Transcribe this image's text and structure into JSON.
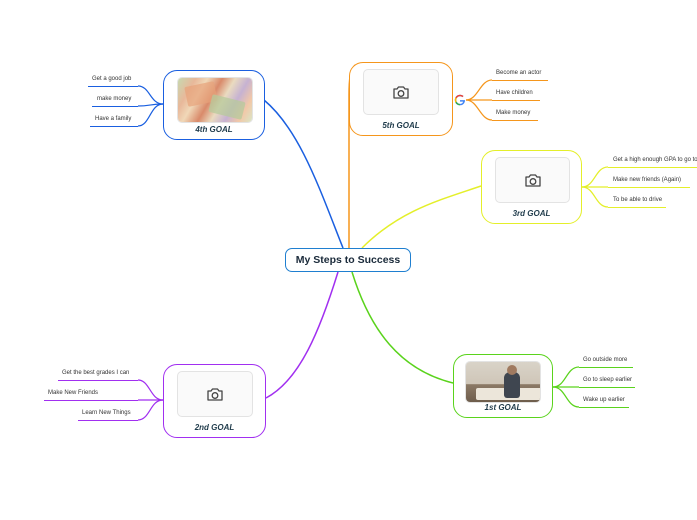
{
  "central_topic": "My Steps to Success",
  "colors": {
    "goal1": "#5ad31c",
    "goal2": "#a12ff0",
    "goal3": "#e4ef2a",
    "goal4": "#1a5fe0",
    "goal5": "#f5961c",
    "central_border": "#1f7fd0"
  },
  "goals": {
    "goal4": {
      "title": "4th GOAL",
      "image": "money-photo",
      "items": [
        "Get a good job",
        "make money",
        "Have a family"
      ]
    },
    "goal5": {
      "title": "5th GOAL",
      "image": "camera-icon",
      "items": [
        "Become an actor",
        "Have children",
        "Make money"
      ]
    },
    "goal3": {
      "title": "3rd GOAL",
      "image": "camera-icon",
      "items": [
        "Get a high enough GPA to go to a college",
        "Make new friends (Again)",
        "To be able to drive"
      ]
    },
    "goal2": {
      "title": "2nd GOAL",
      "image": "camera-icon",
      "items": [
        "Get the best grades I can",
        "Make New Friends",
        "Learn New Things"
      ]
    },
    "goal1": {
      "title": "1st GOAL",
      "image": "room-photo",
      "items": [
        "Go outside more",
        "Go to sleep earlier",
        "Wake up earlier"
      ]
    }
  },
  "icons": [
    "camera-icon",
    "google-icon"
  ]
}
